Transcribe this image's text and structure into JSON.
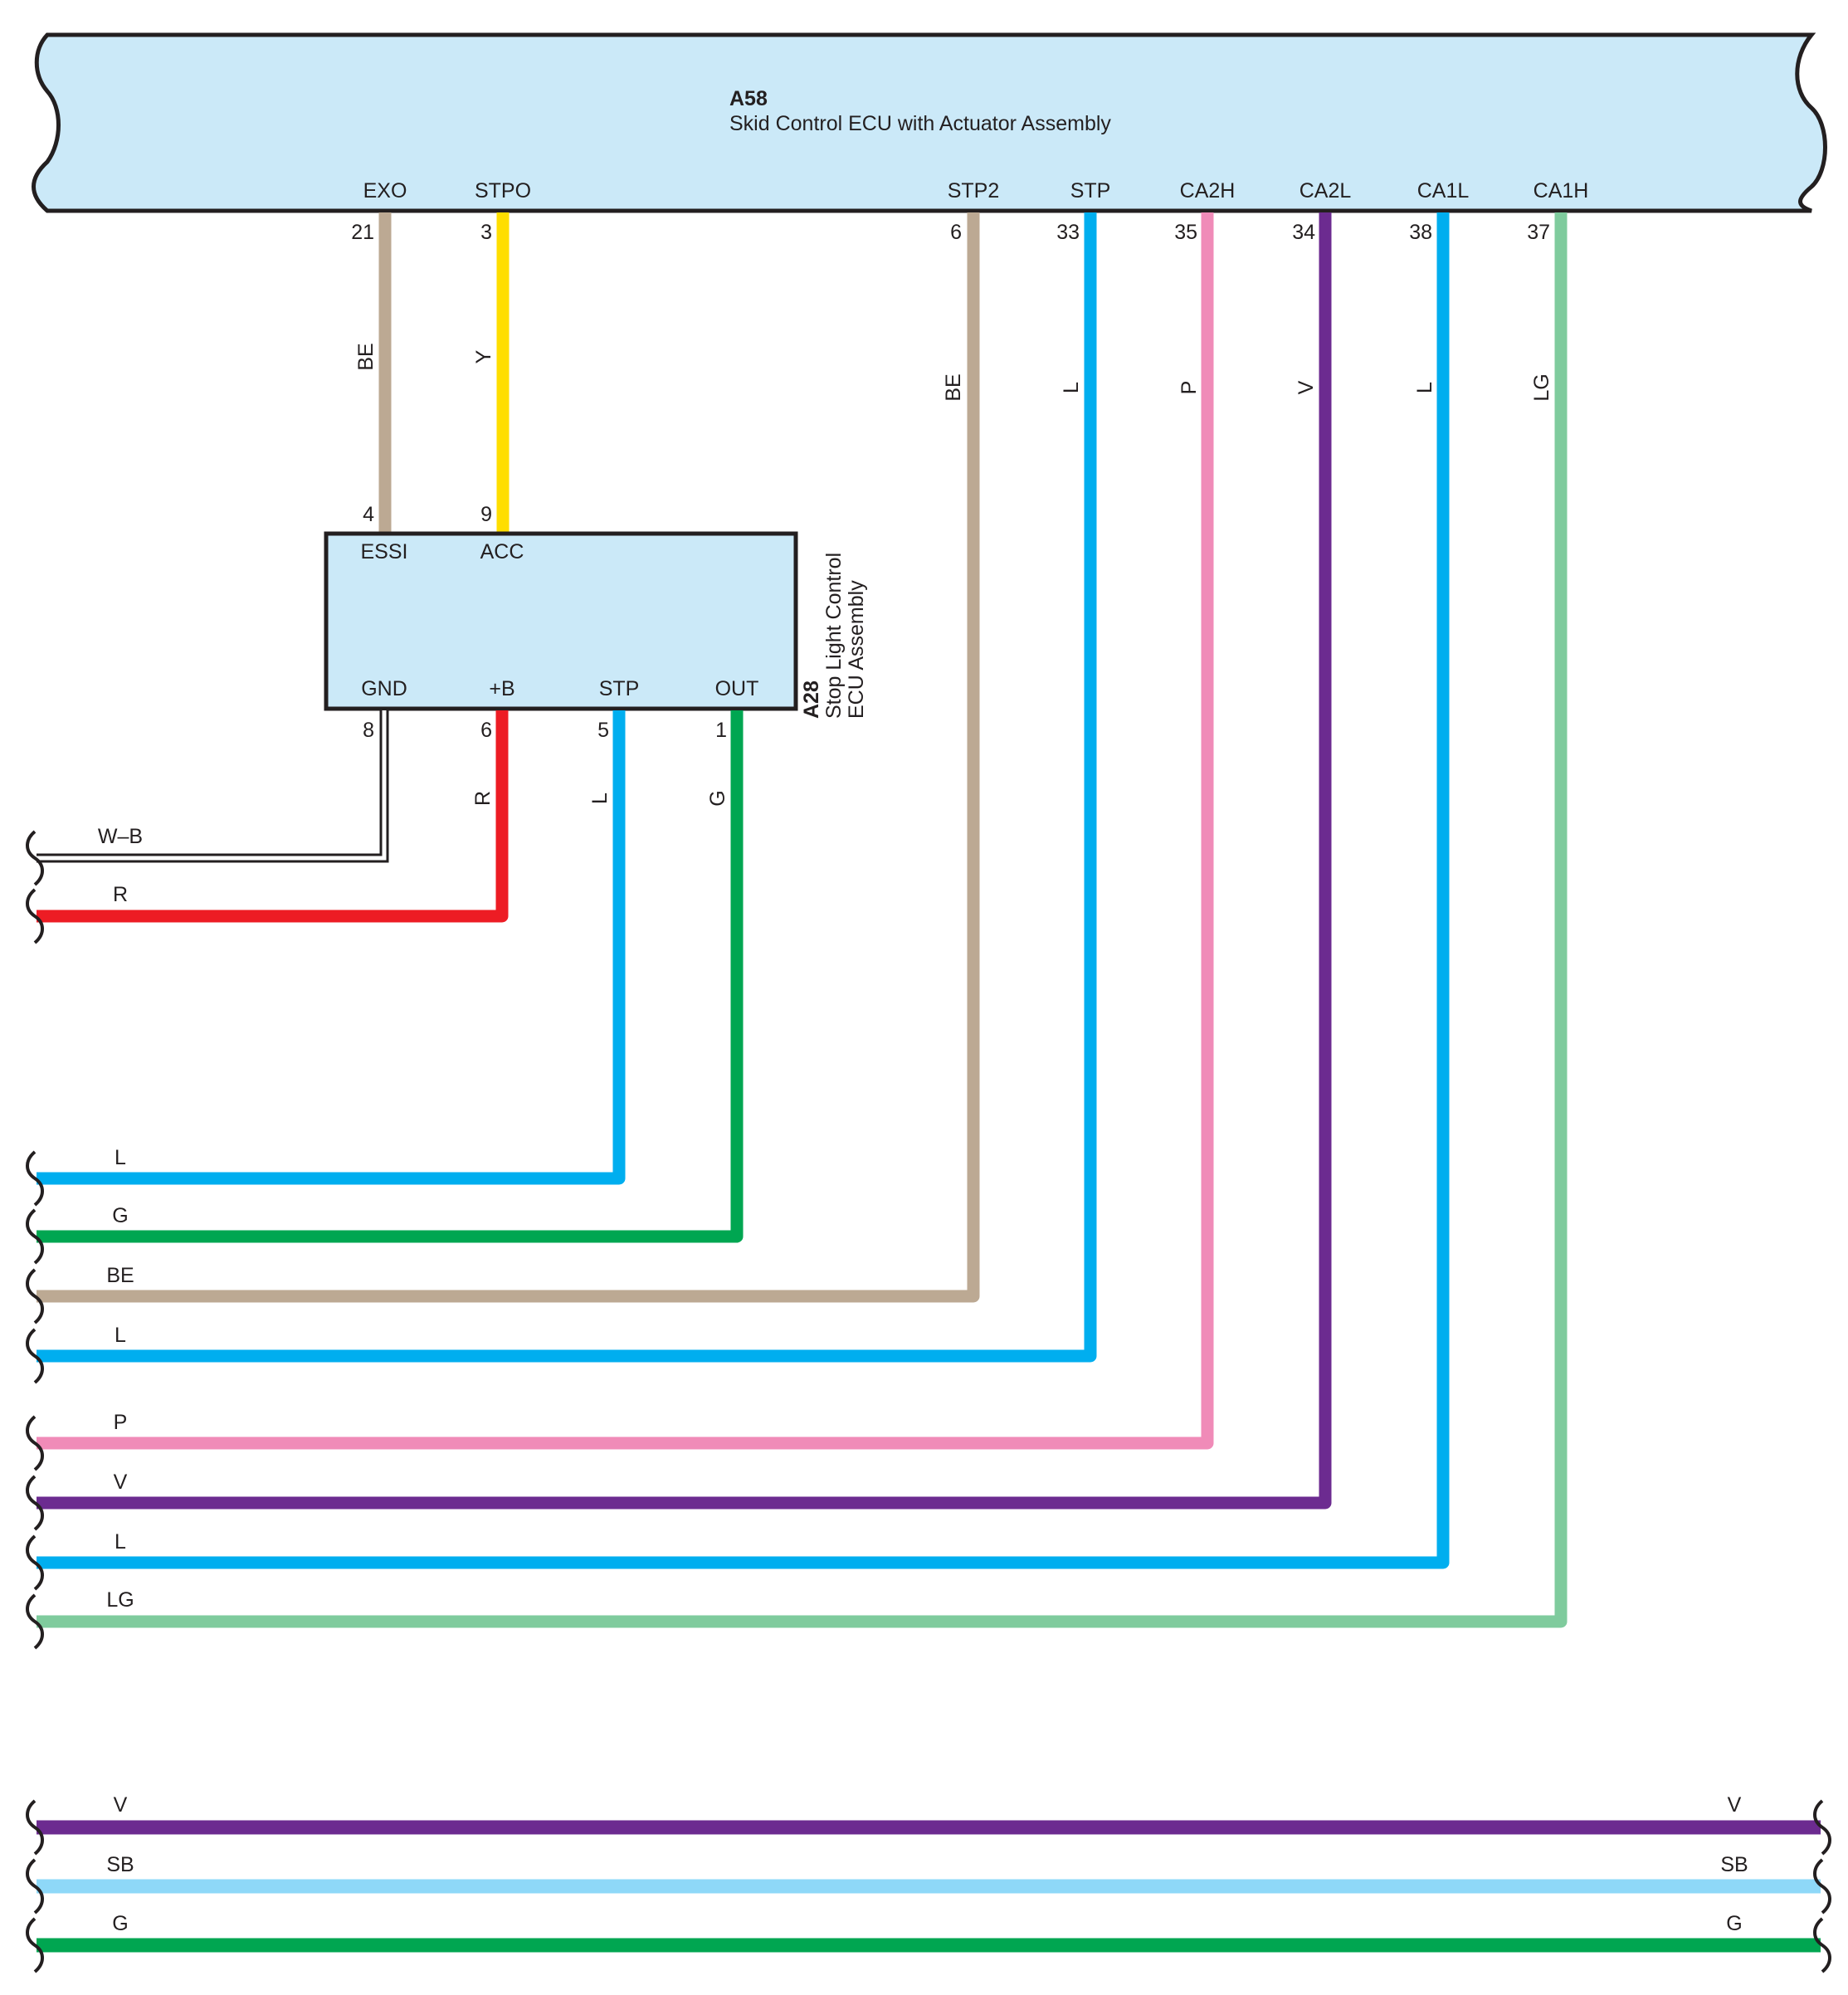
{
  "components": {
    "a58": {
      "code": "A58",
      "name": "Skid Control ECU with Actuator Assembly",
      "fill": "#cbe9f8",
      "pins": [
        {
          "id": "exo",
          "name": "EXO",
          "number": "21"
        },
        {
          "id": "stpo",
          "name": "STPO",
          "number": "3"
        },
        {
          "id": "stp2",
          "name": "STP2",
          "number": "6"
        },
        {
          "id": "stp",
          "name": "STP",
          "number": "33"
        },
        {
          "id": "ca2h",
          "name": "CA2H",
          "number": "35"
        },
        {
          "id": "ca2l",
          "name": "CA2L",
          "number": "34"
        },
        {
          "id": "ca1l",
          "name": "CA1L",
          "number": "38"
        },
        {
          "id": "ca1h",
          "name": "CA1H",
          "number": "37"
        }
      ]
    },
    "a28": {
      "code": "A28",
      "name_line1": "Stop Light Control",
      "name_line2": "ECU Assembly",
      "fill": "#cbe9f8",
      "top_pins": [
        {
          "id": "essi",
          "name": "ESSI",
          "number": "4"
        },
        {
          "id": "acc",
          "name": "ACC",
          "number": "9"
        }
      ],
      "bottom_pins": [
        {
          "id": "gnd",
          "name": "GND",
          "number": "8"
        },
        {
          "id": "b",
          "name": "+B",
          "number": "6"
        },
        {
          "id": "stp",
          "name": "STP",
          "number": "5"
        },
        {
          "id": "out",
          "name": "OUT",
          "number": "1"
        }
      ]
    }
  },
  "wire_colors": {
    "BE": "#bca993",
    "Y": "#ffde00",
    "L": "#00aeef",
    "P": "#f08bb8",
    "V": "#6c2b90",
    "LG": "#7fcb9d",
    "R": "#ed1c24",
    "G": "#00a651",
    "SB": "#8ed8f8",
    "W-B": "#231f20"
  },
  "wires": {
    "exo_essi": {
      "code": "BE"
    },
    "stpo_acc": {
      "code": "Y"
    },
    "gnd": {
      "code": "W–B"
    },
    "b": {
      "code": "R"
    },
    "stp_a28": {
      "code": "L"
    },
    "out": {
      "code": "G"
    },
    "stp2": {
      "code": "BE"
    },
    "stp_a58": {
      "code": "L"
    },
    "ca2h": {
      "code": "P"
    },
    "ca2l": {
      "code": "V"
    },
    "ca1l": {
      "code": "L"
    },
    "ca1h": {
      "code": "LG"
    }
  },
  "through_wires": [
    {
      "code": "V"
    },
    {
      "code": "SB"
    },
    {
      "code": "G"
    }
  ]
}
